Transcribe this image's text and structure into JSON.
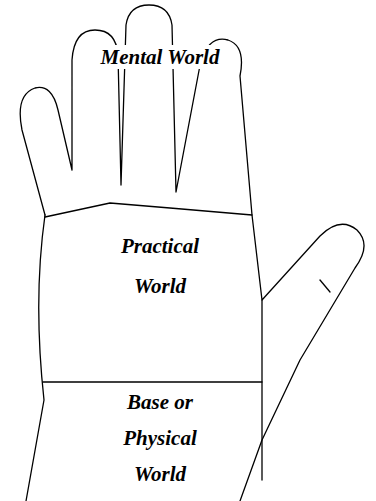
{
  "diagram": {
    "labels": [
      "Mental World",
      "Practical World",
      "Base or Physical World"
    ]
  }
}
